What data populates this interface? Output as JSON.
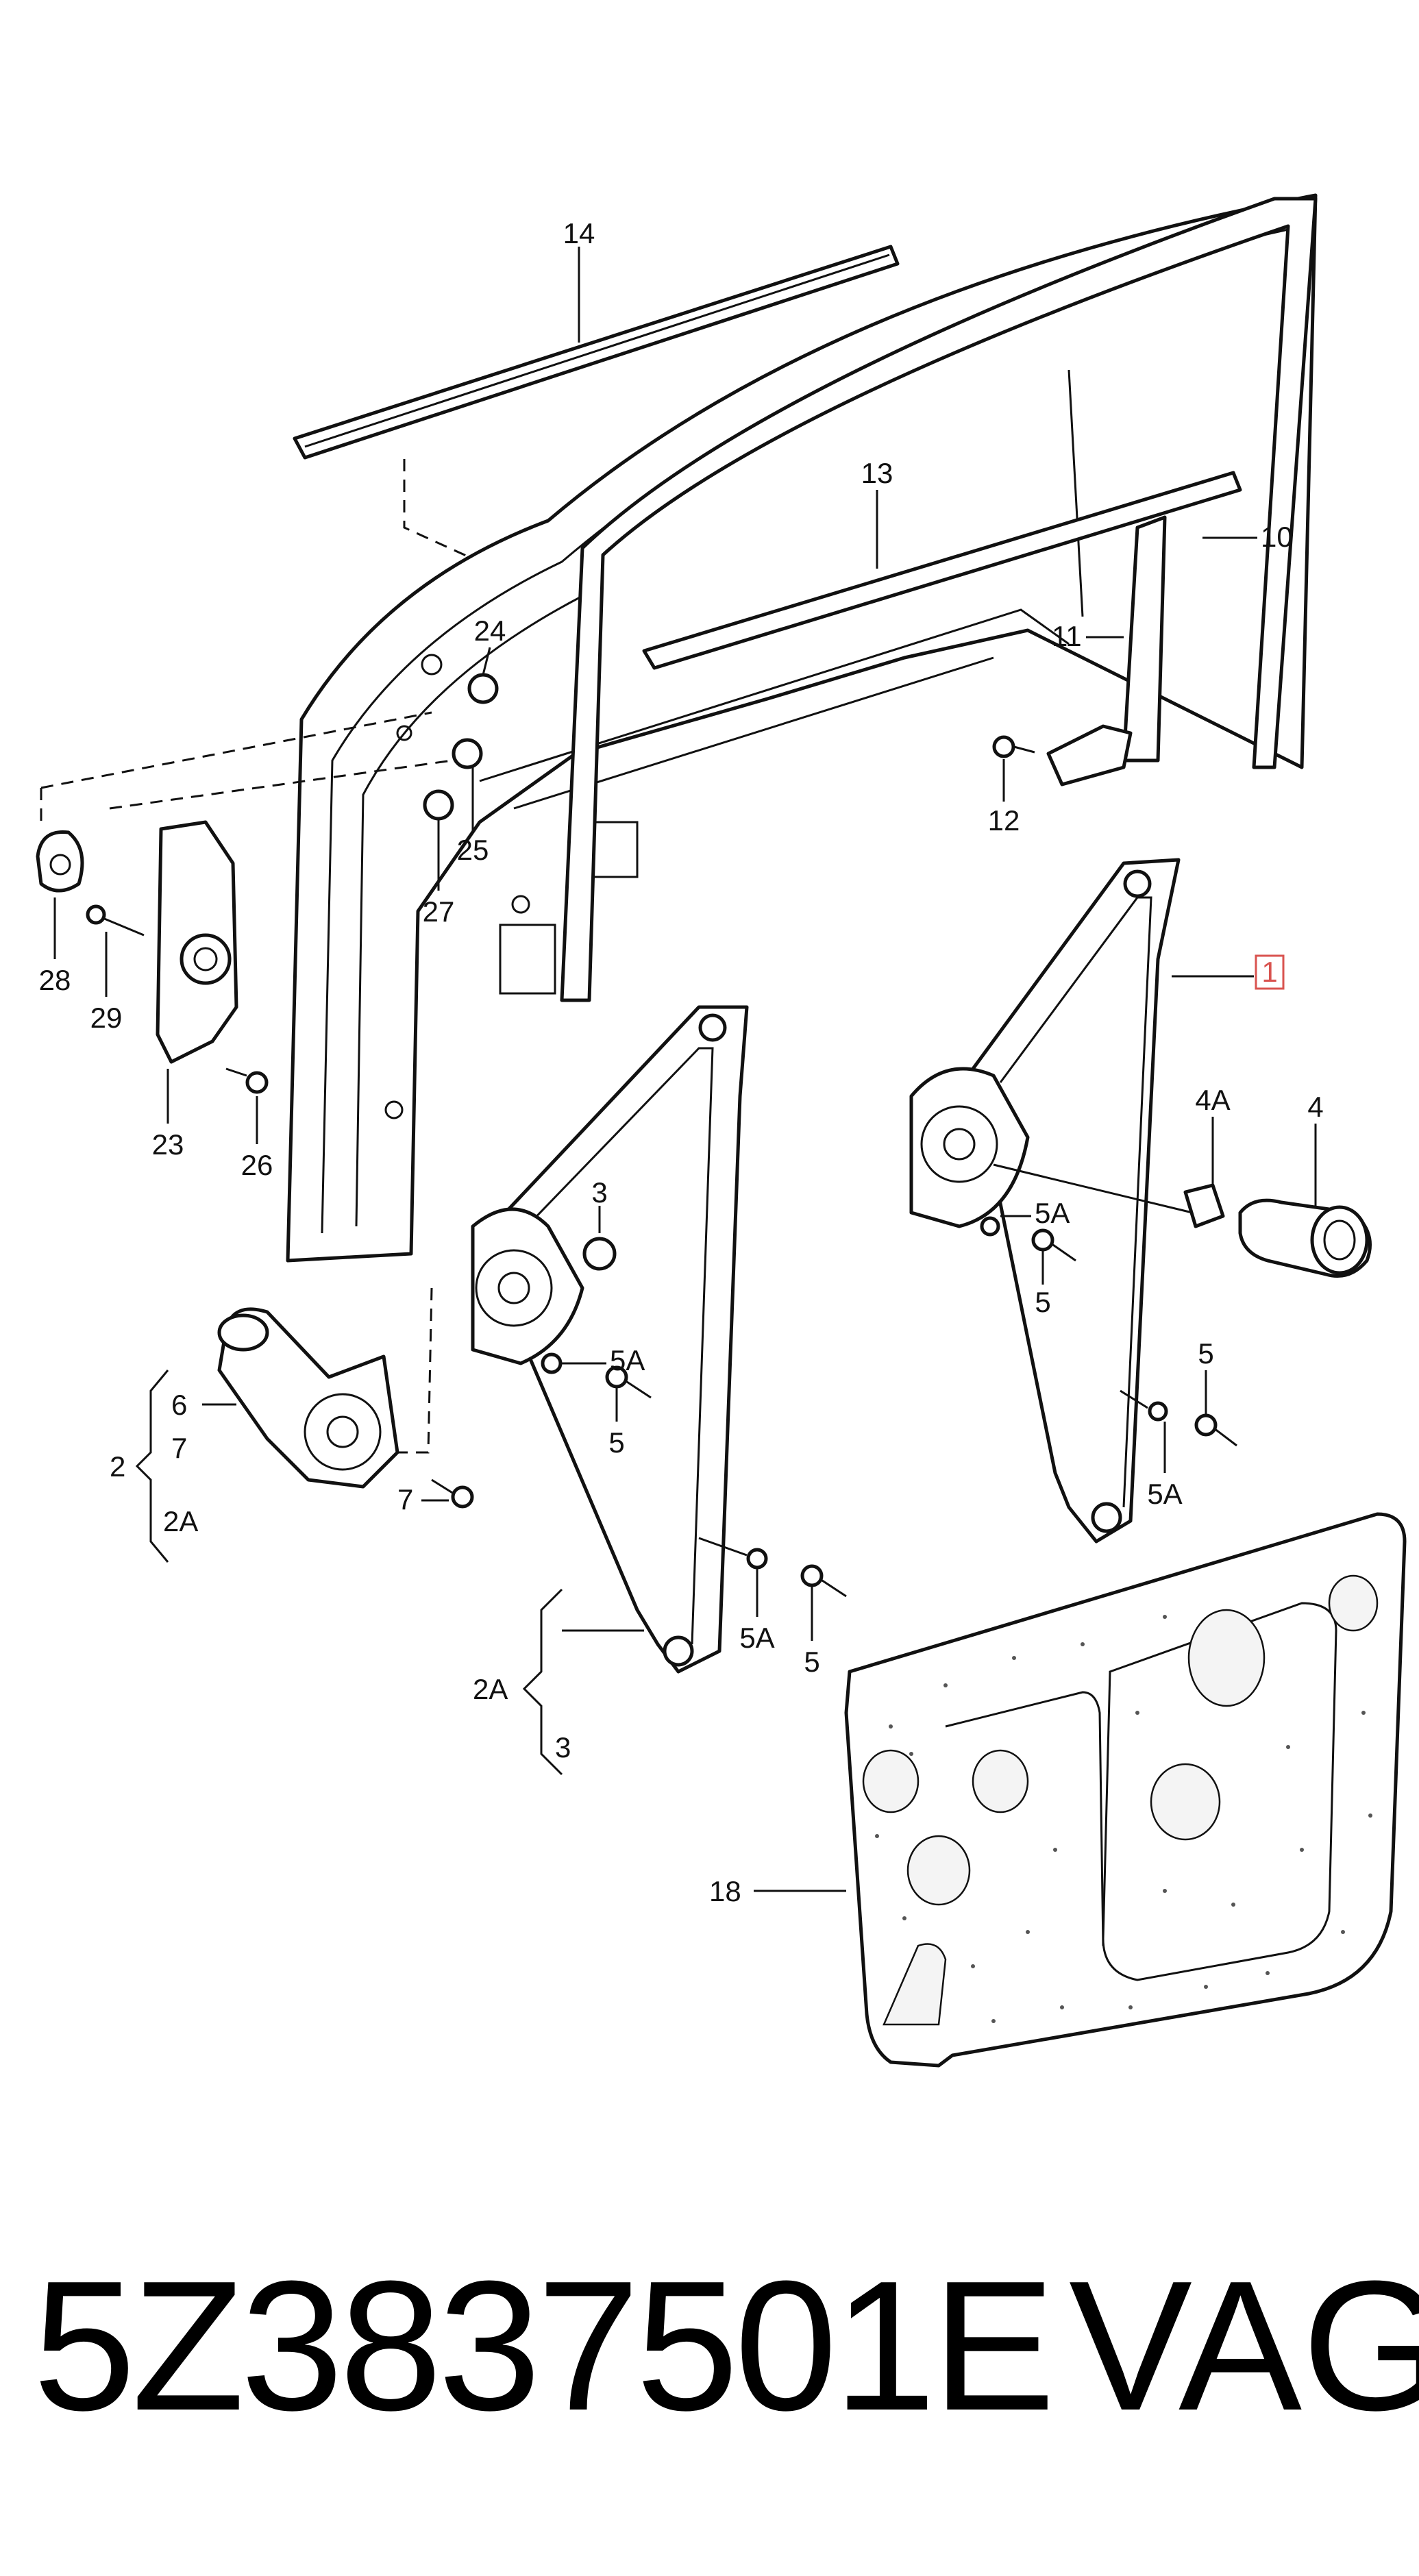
{
  "diagram": {
    "labels": {
      "l1": "1",
      "l2": "2",
      "l2A_a": "2A",
      "l2A_b": "2A",
      "l3_a": "3",
      "l3_b": "3",
      "l4": "4",
      "l4A": "4A",
      "l5_a": "5",
      "l5_b": "5",
      "l5_c": "5",
      "l5_d": "5",
      "l5A_a": "5A",
      "l5A_b": "5A",
      "l5A_c": "5A",
      "l5A_d": "5A",
      "l6": "6",
      "l7_a": "7",
      "l7_b": "7",
      "l10": "10",
      "l11": "11",
      "l12": "12",
      "l13": "13",
      "l14": "14",
      "l18": "18",
      "l23": "23",
      "l24": "24",
      "l25": "25",
      "l26": "26",
      "l27": "27",
      "l28": "28",
      "l29": "29"
    },
    "highlighted_label": "1"
  },
  "footer": {
    "part_number": "5Z3837501E",
    "brand": "VAG"
  }
}
